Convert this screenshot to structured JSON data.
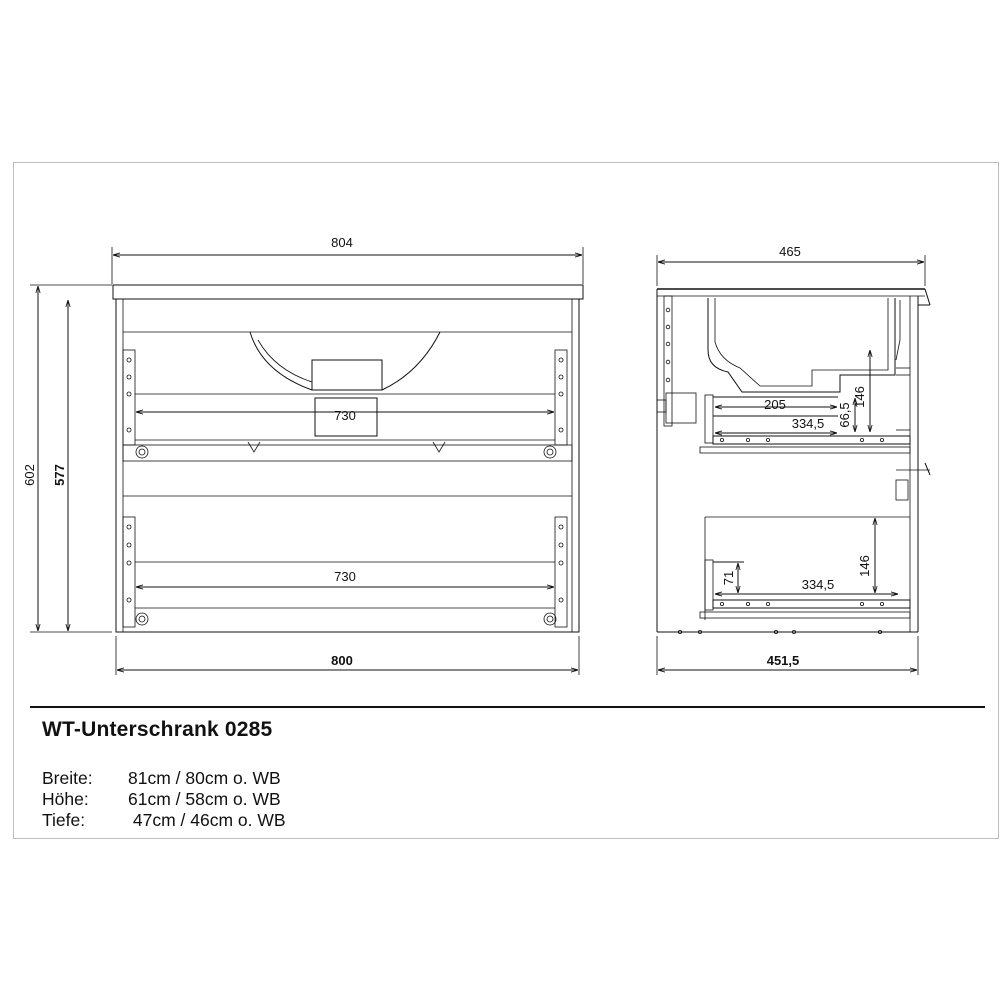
{
  "drawing": {
    "front": {
      "top_width": "804",
      "inner_width_upper": "730",
      "inner_width_lower": "730",
      "bottom_width": "800",
      "total_height": "602",
      "body_height": "577"
    },
    "side": {
      "top_depth": "465",
      "bottom_depth": "451,5",
      "upper_drawer_width": "205",
      "upper_drawer_depth": "334,5",
      "upper_drawer_side": "66,5",
      "upper_drawer_height": "146",
      "lower_drawer_side": "71",
      "lower_drawer_depth": "334,5",
      "lower_drawer_height": "146"
    }
  },
  "product": {
    "title": "WT-Unterschrank 0285",
    "specs": [
      {
        "label": "Breite:",
        "value": "81cm / 80cm o. WB"
      },
      {
        "label": "Höhe:",
        "value": "61cm / 58cm o. WB"
      },
      {
        "label": "Tiefe:",
        "value": " 47cm / 46cm o. WB"
      }
    ]
  }
}
